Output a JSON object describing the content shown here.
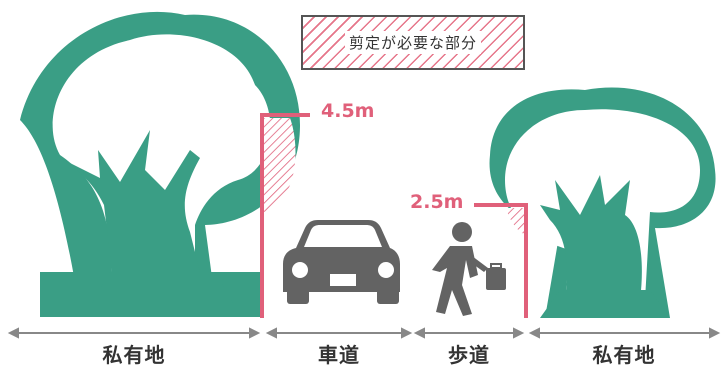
{
  "legend": {
    "label": "剪定が必要な部分"
  },
  "heights": {
    "road": "4.5m",
    "sidewalk": "2.5m"
  },
  "zones": {
    "private_left": "私有地",
    "roadway": "車道",
    "sidewalk": "歩道",
    "private_right": "私有地"
  },
  "colors": {
    "tree": "#3a9e85",
    "clearance": "#e0607a",
    "figure": "#636363",
    "text": "#333333"
  }
}
